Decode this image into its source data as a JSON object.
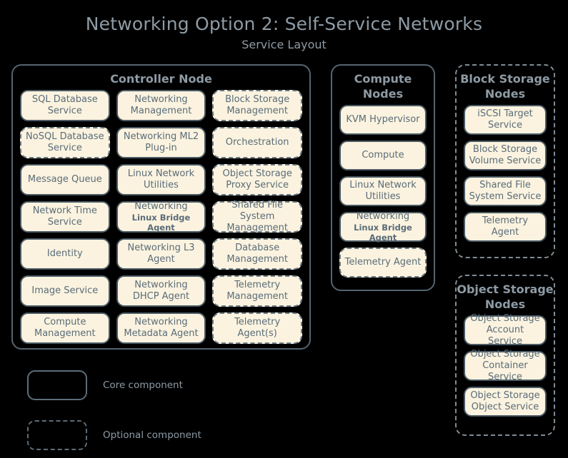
{
  "title": {
    "main": "Networking Option 2: Self-Service Networks",
    "sub": "Service Layout"
  },
  "colors": {
    "background": "#000000",
    "box_fill": "#fbf3df",
    "box_border": "#4b5a65",
    "text": "#5a6c79",
    "header_text": "#8e9ba5",
    "group_border": "#54646f"
  },
  "controller_node": {
    "header": "Controller Node",
    "optional_group": false,
    "services": [
      {
        "label": "SQL Database Service",
        "optional": false
      },
      {
        "label": "Networking Management",
        "optional": false
      },
      {
        "label": "Block Storage Management",
        "optional": true
      },
      {
        "label": "NoSQL Database Service",
        "optional": true
      },
      {
        "label": "Networking ML2 Plug-in",
        "optional": false
      },
      {
        "label": "Orchestration",
        "optional": true
      },
      {
        "label": "Message Queue",
        "optional": false
      },
      {
        "label": "Linux Network Utilities",
        "optional": false
      },
      {
        "label": "Object Storage Proxy Service",
        "optional": true
      },
      {
        "label": "Network Time Service",
        "optional": false
      },
      {
        "label": "Networking",
        "sub": "Linux Bridge Agent",
        "optional": false
      },
      {
        "label": "Shared File System Management",
        "optional": true
      },
      {
        "label": "Identity",
        "optional": false
      },
      {
        "label": "Networking L3 Agent",
        "optional": false
      },
      {
        "label": "Database Management",
        "optional": true
      },
      {
        "label": "Image Service",
        "optional": false
      },
      {
        "label": "Networking DHCP Agent",
        "optional": false
      },
      {
        "label": "Telemetry Management",
        "optional": true
      },
      {
        "label": "Compute Management",
        "optional": false
      },
      {
        "label": "Networking Metadata Agent",
        "optional": false
      },
      {
        "label": "Telemetry Agent(s)",
        "optional": true
      }
    ]
  },
  "compute_nodes": {
    "header": "Compute Nodes",
    "optional_group": false,
    "services": [
      {
        "label": "KVM Hypervisor",
        "optional": false
      },
      {
        "label": "Compute",
        "optional": false
      },
      {
        "label": "Linux Network Utilities",
        "optional": false
      },
      {
        "label": "Networking",
        "sub": "Linux Bridge Agent",
        "optional": false
      },
      {
        "label": "Telemetry Agent",
        "optional": true
      }
    ]
  },
  "block_storage_nodes": {
    "header": "Block Storage Nodes",
    "optional_group": true,
    "services": [
      {
        "label": "iSCSI Target Service",
        "optional": false
      },
      {
        "label": "Block Storage Volume Service",
        "optional": false
      },
      {
        "label": "Shared File System Service",
        "optional": false
      },
      {
        "label": "Telemetry Agent",
        "optional": false
      }
    ]
  },
  "object_storage_nodes": {
    "header": "Object Storage Nodes",
    "optional_group": true,
    "services": [
      {
        "label": "Object Storage Account Service",
        "optional": false
      },
      {
        "label": "Object Storage Container Service",
        "optional": false
      },
      {
        "label": "Object Storage Object Service",
        "optional": false
      }
    ]
  },
  "legend": {
    "items": [
      {
        "label": "Core component",
        "style": "solid"
      },
      {
        "label": "Optional component",
        "style": "dashed"
      }
    ]
  }
}
